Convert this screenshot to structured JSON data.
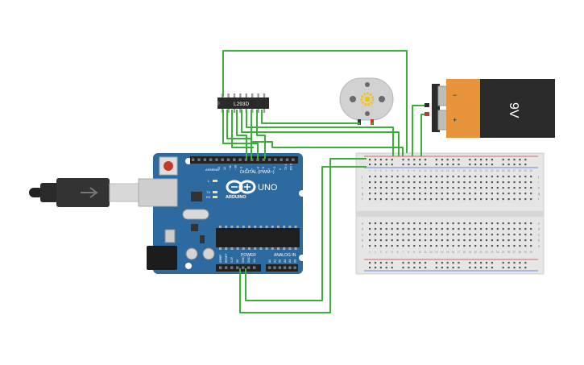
{
  "colors": {
    "wire": "#3ab03a",
    "board": "#2c6aa0",
    "board_dark": "#1f4f7a",
    "breadboard": "#e6e6e6",
    "battery_orange": "#e8943a",
    "battery_black": "#2b2b2b",
    "rail_red": "#d23a3a",
    "rail_blue": "#3a6ad2",
    "chip": "#2a2a2a",
    "motor": "#cfcfcf",
    "gear": "#f2c21b"
  },
  "ic": {
    "label": "L293D"
  },
  "arduino": {
    "brand": "ARDUINO",
    "model": "UNO",
    "digital_label": "DIGITAL (PWM~)",
    "power_label": "POWER",
    "analog_label": "ANALOG IN",
    "aref_label": "AREF",
    "gnd_label": "GND",
    "led_l": "L",
    "led_tx": "TX",
    "led_rx": "RX",
    "digital_pins": [
      "13",
      "12",
      "~11",
      "~10",
      "~9",
      "8",
      "7",
      "~6",
      "~5",
      "4",
      "~3",
      "2",
      "TX 1",
      "RX 0"
    ],
    "power_pins": [
      "IOREF",
      "RESET",
      "3.3V",
      "5V",
      "GND",
      "GND",
      "Vin"
    ],
    "analog_pins": [
      "A0",
      "A1",
      "A2",
      "A3",
      "A4",
      "A5"
    ]
  },
  "battery": {
    "label": "9V",
    "minus": "−",
    "plus": "+"
  },
  "breadboard": {
    "row_letters_top": [
      "j",
      "i",
      "h",
      "g",
      "f"
    ],
    "row_letters_bottom": [
      "e",
      "d",
      "c",
      "b",
      "a"
    ],
    "column_numbers": [
      "1",
      "2",
      "3",
      "4",
      "5",
      "6",
      "7",
      "8",
      "9",
      "10",
      "11",
      "12",
      "13",
      "14",
      "15",
      "16",
      "17",
      "18",
      "19",
      "20",
      "21",
      "22",
      "23",
      "24",
      "25",
      "26",
      "27",
      "28",
      "29",
      "30"
    ]
  }
}
